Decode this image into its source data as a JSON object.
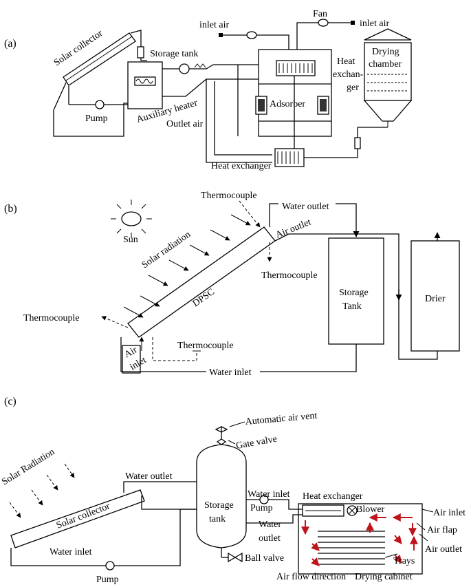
{
  "panel_a": {
    "label": "(a)",
    "solar_collector": "Solar collector",
    "storage_tank": "Storage tank",
    "pump": "Pump",
    "auxiliary_heater": "Auxiliary heater",
    "inlet_air_left": "inlet air",
    "fan": "Fan",
    "inlet_air_right": "inlet air",
    "heat_exchanger_top": [
      "Heat",
      "exchan-",
      "ger"
    ],
    "adsorber": "Adsorber",
    "outlet_air": "Outlet air",
    "heat_exchanger_bottom": "Heat exchanger",
    "drying_chamber": [
      "Drying",
      "chamber"
    ]
  },
  "panel_b": {
    "label": "(b)",
    "sun": "Sun",
    "thermocouple_top": "Thermocouple",
    "water_outlet": "Water outlet",
    "air_outlet": "Air outlet",
    "solar_radiation": "Solar radiation",
    "thermocouple_right": "Thermocouple",
    "dpsc": "DPSC",
    "storage_tank": [
      "Storage",
      "Tank"
    ],
    "drier": "Drier",
    "thermocouple_left": "Thermocouple",
    "thermocouple_bottom": "Thermocouple",
    "air_inlet": [
      "Air",
      "inlet"
    ],
    "water_inlet": "Water inlet"
  },
  "panel_c": {
    "label": "(c)",
    "automatic_air_vent": "Automatic air vent",
    "gate_valve": "Gate valve",
    "solar_radiation": "Solar Radiation",
    "water_outlet": "Water outlet",
    "storage_tank": [
      "Storage",
      "tank"
    ],
    "water_inlet_mid": "Water inlet",
    "pump_mid": "Pump",
    "water_outlet_mid": [
      "Water",
      "outlet"
    ],
    "heat_exchanger": "Heat exchanger",
    "blower": "Blower",
    "air_inlet": "Air inlet",
    "air_flap": "Air flap",
    "air_outlet": "Air outlet",
    "solar_collector": "Solar collector",
    "trays": "Trays",
    "air_flow_direction": "Air flow direction",
    "drying_cabinet": "Drying cabinet",
    "water_inlet_bottom": "Water inlet",
    "ball_valve": "Ball valve",
    "pump_bottom": "Pump"
  }
}
